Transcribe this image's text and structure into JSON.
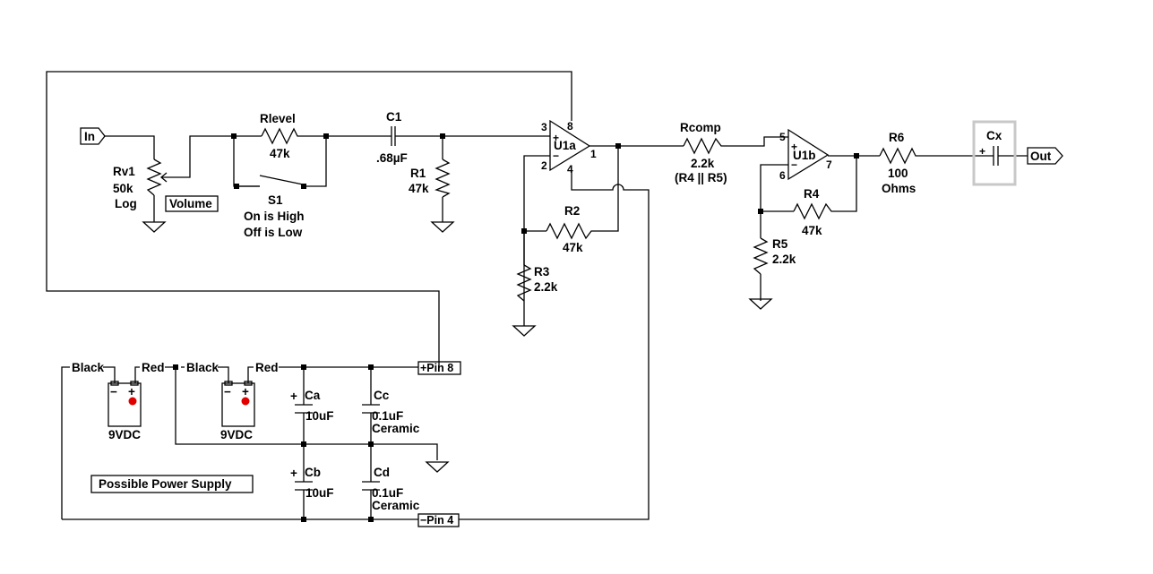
{
  "labels": {
    "in": "In",
    "out": "Out",
    "rv1": "Rv1",
    "rv1_value": "50k",
    "rv1_taper": "Log",
    "volume": "Volume",
    "rlevel": "Rlevel",
    "rlevel_value": "47k",
    "s1": "S1",
    "s1_note1": "On is High",
    "s1_note2": "Off is Low",
    "c1": "C1",
    "c1_value": ".68µF",
    "r1": "R1",
    "r1_value": "47k",
    "u1a": "U1a",
    "u1b": "U1b",
    "r2": "R2",
    "r2_value": "47k",
    "r3": "R3",
    "r3_value": "2.2k",
    "rcomp": "Rcomp",
    "rcomp_value": "2.2k",
    "rcomp_note": "(R4 || R5)",
    "r4": "R4",
    "r4_value": "47k",
    "r5": "R5",
    "r5_value": "2.2k",
    "r6": "R6",
    "r6_value": "100",
    "r6_unit": "Ohms",
    "cx": "Cx",
    "black1": "Black",
    "red1": "Red",
    "black2": "Black",
    "red2": "Red",
    "bat1": "9VDC",
    "bat2": "9VDC",
    "ca": "Ca",
    "ca_value": "10uF",
    "cb": "Cb",
    "cb_value": "10uF",
    "cc": "Cc",
    "cc_value": "0.1uF",
    "cc_type": "Ceramic",
    "cd": "Cd",
    "cd_value": "0.1uF",
    "cd_type": "Ceramic",
    "pin8": "+Pin 8",
    "pin4": "−Pin 4",
    "power_supply": "Possible Power Supply",
    "plus": "+",
    "minus": "−"
  },
  "pins": {
    "u1a_noninv": "3",
    "u1a_inv": "2",
    "u1a_out": "1",
    "u1a_vplus": "8",
    "u1a_vminus": "4",
    "u1b_noninv": "5",
    "u1b_inv": "6",
    "u1b_out": "7"
  },
  "colors": {
    "wire": "#000000",
    "battery_terminal": "#e00000",
    "cx_highlight": "#c8c8c8"
  }
}
